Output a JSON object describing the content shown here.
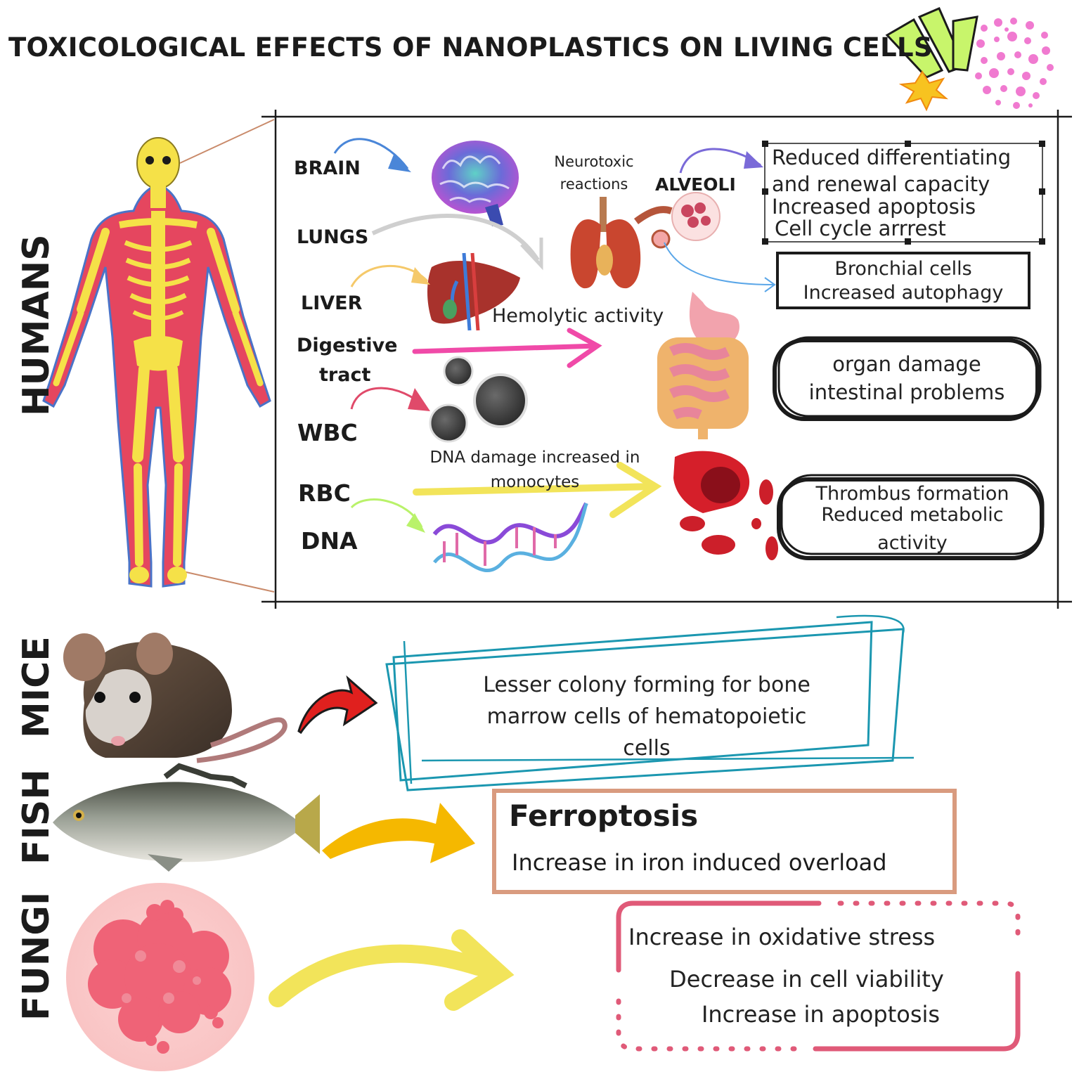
{
  "title": "TOXICOLOGICAL EFFECTS OF NANOPLASTICS ON LIVING CELLS",
  "organisms": {
    "humans": "HUMANS",
    "mice": "MICE",
    "fish": "FISH",
    "fungi": "FUNGI"
  },
  "organs": {
    "brain": "BRAIN",
    "lungs": "LUNGS",
    "liver": "LIVER",
    "digestive_1": "Digestive",
    "digestive_2": "tract",
    "wbc": "WBC",
    "rbc": "RBC",
    "dna": "DNA",
    "alveoli": "ALVEOLI"
  },
  "notes": {
    "neurotoxic_1": "Neurotoxic",
    "neurotoxic_2": "reactions",
    "hemolytic": "Hemolytic activity",
    "dna_damage_1": "DNA damage increased in",
    "dna_damage_2": "monocytes"
  },
  "effects": {
    "alveoli_box": [
      "Reduced differentiating",
      "and renewal capacity",
      "Increased apoptosis",
      "Cell cycle arrrest"
    ],
    "bronchial_box": [
      "Bronchial cells",
      "Increased autophagy"
    ],
    "digestive_box": [
      "organ damage",
      "intestinal problems"
    ],
    "rbc_box": [
      "Thrombus formation",
      "Reduced metabolic",
      "activity"
    ],
    "mice_box": [
      "Lesser colony forming for bone",
      "marrow cells of hematopoietic",
      "cells"
    ],
    "fish_box_title": "Ferroptosis",
    "fish_box_text": "Increase in iron induced overload",
    "fungi_box": [
      "Increase in oxidative stress",
      "Decrease in cell viability",
      "Increase in apoptosis"
    ]
  },
  "colors": {
    "body_red": "#e5465f",
    "bone_yellow": "#f5e148",
    "mice_box": "#1b97b0",
    "fish_box": "#d99b7f",
    "fungi_box": "#e05a78",
    "pink_arrow": "#f04aa8",
    "yellow_arrow": "#f2e45a",
    "red_arrow": "#e0201e",
    "orange_arrow": "#f5b800"
  }
}
